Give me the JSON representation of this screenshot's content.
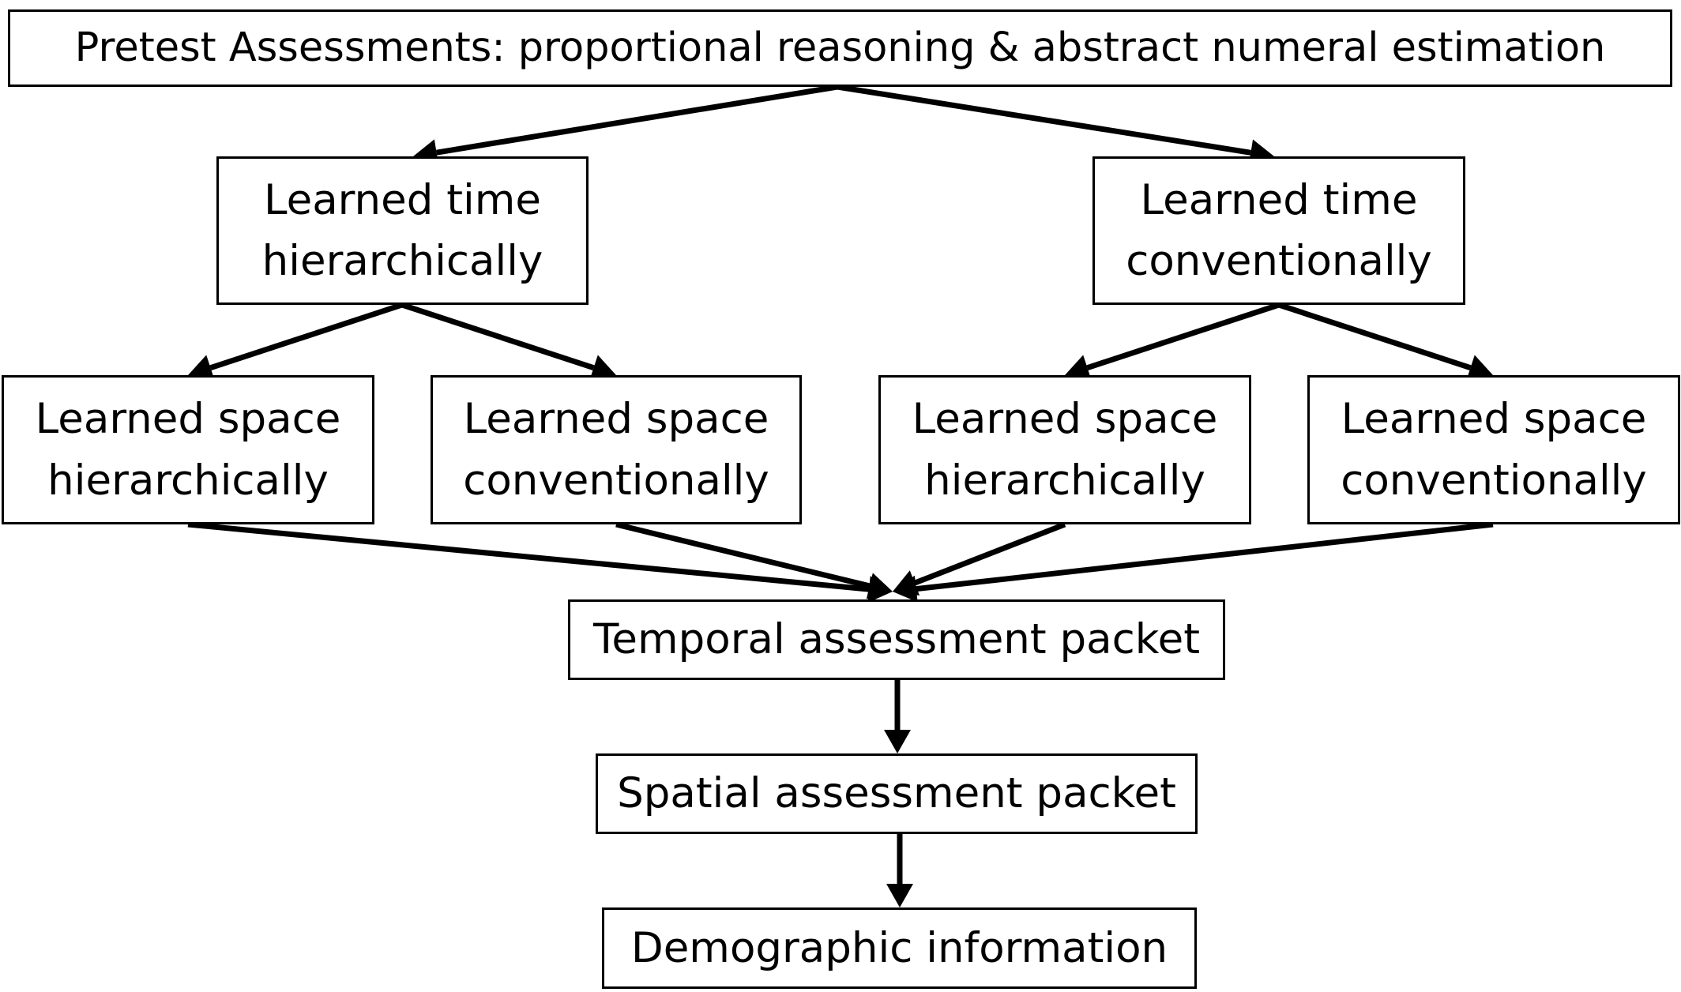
{
  "diagram": {
    "nodes": {
      "pretest": "Pretest Assessments: proportional reasoning & abstract numeral estimation",
      "time_hierarchical": {
        "line1": "Learned time",
        "line2": "hierarchically"
      },
      "time_conventional": {
        "line1": "Learned time",
        "line2": "conventionally"
      },
      "space_hierarchical_a": {
        "line1": "Learned space",
        "line2": "hierarchically"
      },
      "space_conventional_a": {
        "line1": "Learned space",
        "line2": "conventionally"
      },
      "space_hierarchical_b": {
        "line1": "Learned space",
        "line2": "hierarchically"
      },
      "space_conventional_b": {
        "line1": "Learned space",
        "line2": "conventionally"
      },
      "temporal_packet": "Temporal assessment packet",
      "spatial_packet": "Spatial assessment packet",
      "demographic": "Demographic information"
    },
    "edges": [
      {
        "from": "pretest",
        "to": "time_hierarchical"
      },
      {
        "from": "pretest",
        "to": "time_conventional"
      },
      {
        "from": "time_hierarchical",
        "to": "space_hierarchical_a"
      },
      {
        "from": "time_hierarchical",
        "to": "space_conventional_a"
      },
      {
        "from": "time_conventional",
        "to": "space_hierarchical_b"
      },
      {
        "from": "time_conventional",
        "to": "space_conventional_b"
      },
      {
        "from": "space_hierarchical_a",
        "to": "temporal_packet"
      },
      {
        "from": "space_conventional_a",
        "to": "temporal_packet"
      },
      {
        "from": "space_hierarchical_b",
        "to": "temporal_packet"
      },
      {
        "from": "space_conventional_b",
        "to": "temporal_packet"
      },
      {
        "from": "temporal_packet",
        "to": "spatial_packet"
      },
      {
        "from": "spatial_packet",
        "to": "demographic"
      }
    ],
    "colors": {
      "stroke": "#000000",
      "background": "#ffffff"
    }
  }
}
